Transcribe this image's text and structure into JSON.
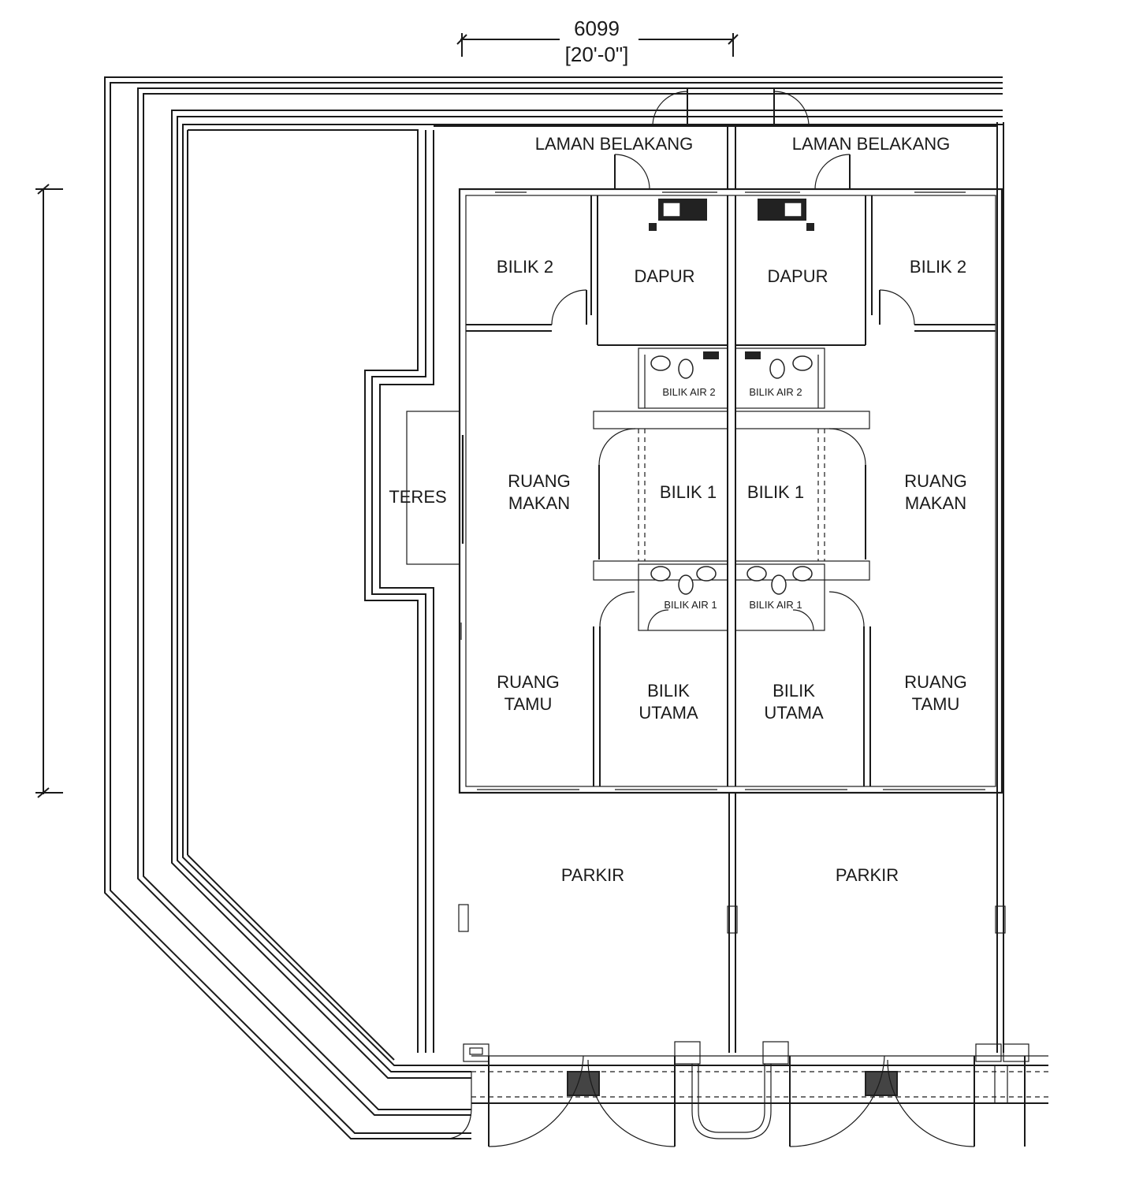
{
  "dimension": {
    "value": "6099",
    "imperial": "[20'-0\"]"
  },
  "rooms": {
    "laman_belakang_left": "LAMAN BELAKANG",
    "laman_belakang_right": "LAMAN BELAKANG",
    "bilik2_left": "BILIK 2",
    "dapur_left": "DAPUR",
    "dapur_right": "DAPUR",
    "bilik2_right": "BILIK 2",
    "bilik_air2_left": "BILIK AIR 2",
    "bilik_air2_right": "BILIK AIR 2",
    "teres": "TERES",
    "ruang_makan_left": [
      "RUANG",
      "MAKAN"
    ],
    "ruang_makan_right": [
      "RUANG",
      "MAKAN"
    ],
    "bilik1_left": "BILIK 1",
    "bilik1_right": "BILIK 1",
    "bilik_air1_left": "BILIK AIR 1",
    "bilik_air1_right": "BILIK AIR 1",
    "ruang_tamu_left": [
      "RUANG",
      "TAMU"
    ],
    "ruang_tamu_right": [
      "RUANG",
      "TAMU"
    ],
    "bilik_utama_left": [
      "BILIK",
      "UTAMA"
    ],
    "bilik_utama_right": [
      "BILIK",
      "UTAMA"
    ],
    "parkir_left": "PARKIR",
    "parkir_right": "PARKIR"
  }
}
